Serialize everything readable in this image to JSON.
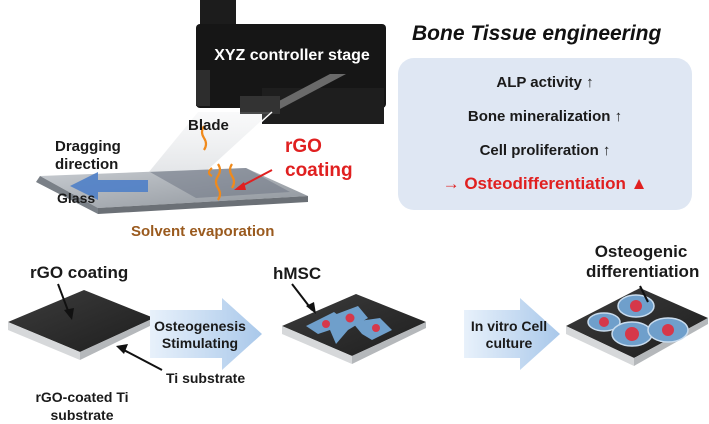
{
  "top_left": {
    "xyz_controller": "XYZ controller stage",
    "blade": "Blade",
    "dragging_direction": "Dragging direction",
    "glass": "Glass",
    "rgo_coating": "rGO coating",
    "solvent_evaporation": "Solvent evaporation"
  },
  "bone_tissue": {
    "title": "Bone Tissue engineering",
    "items": [
      "ALP activity ↑",
      "Bone mineralization ↑",
      "Cell proliferation ↑",
      "→ Osteodifferentiation ▲"
    ]
  },
  "bottom": {
    "rgo_coating_title": "rGO coating",
    "ti_substrate": "Ti substrate",
    "rgo_coated_ti": "rGO-coated Ti substrate",
    "arrow1": "Osteogenesis Stimulating",
    "hmsc": "hMSC",
    "arrow2": "In vitro Cell culture",
    "osteogenic_differentiation": "Osteogenic differentiation"
  },
  "colors": {
    "accent_red": "#e02020",
    "box_bg": "#dfe7f3",
    "arrow_blue": "#c8dcf0",
    "cell_blue": "#6f9fcb",
    "nucleus_red": "#d6384a"
  }
}
